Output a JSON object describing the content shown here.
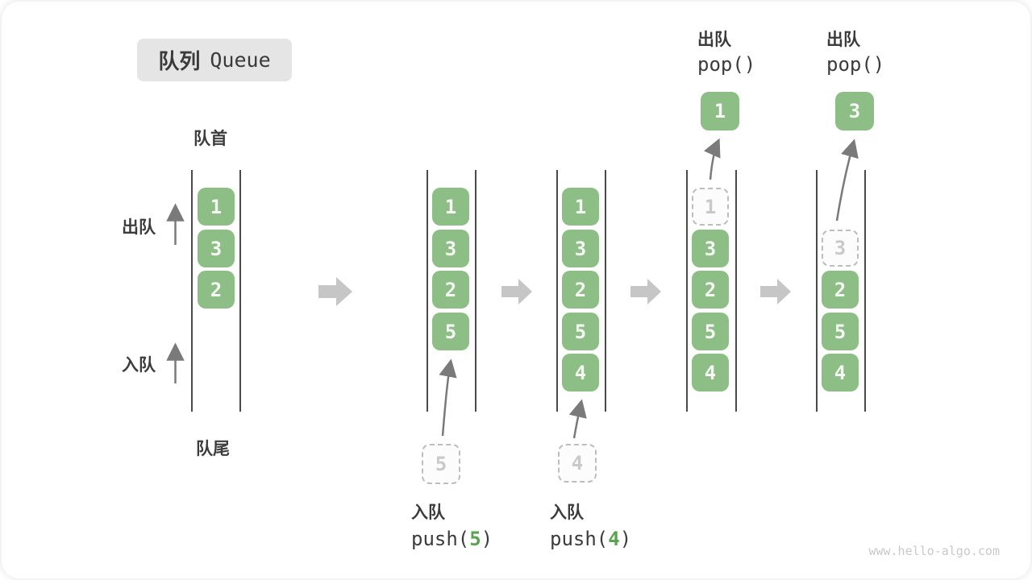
{
  "title": {
    "zh": "队列",
    "en": "Queue"
  },
  "labels": {
    "front": "队首",
    "rear": "队尾",
    "dequeue": "出队",
    "enqueue": "入队"
  },
  "ops": {
    "push5": {
      "label": "入队",
      "prefix": "push(",
      "arg": "5",
      "suffix": ")"
    },
    "push4": {
      "label": "入队",
      "prefix": "push(",
      "arg": "4",
      "suffix": ")"
    },
    "pop_a": {
      "label": "出队",
      "code": "pop()"
    },
    "pop_b": {
      "label": "出队",
      "code": "pop()"
    }
  },
  "queues": [
    {
      "cells": [
        "1",
        "3",
        "2"
      ]
    },
    {
      "cells": [
        "1",
        "3",
        "2",
        "5"
      ],
      "staged_value": "5"
    },
    {
      "cells": [
        "1",
        "3",
        "2",
        "5",
        "4"
      ],
      "staged_value": "4"
    },
    {
      "cells": [
        "3",
        "2",
        "5",
        "4"
      ],
      "removed_value": "1",
      "popped_value": "1"
    },
    {
      "cells": [
        "2",
        "5",
        "4"
      ],
      "removed_value": "3",
      "popped_value": "3"
    }
  ],
  "colors": {
    "cell_green": "#8dbe85",
    "arg_green": "#5ba350",
    "flow_arrow_gray": "#c6c6c6",
    "line_dark": "#4a4a4a",
    "dashed_border": "#bdbdbd",
    "title_bg": "#e5e5e5",
    "text_dark": "#3c3c3c"
  },
  "watermark": "www.hello-algo.com"
}
